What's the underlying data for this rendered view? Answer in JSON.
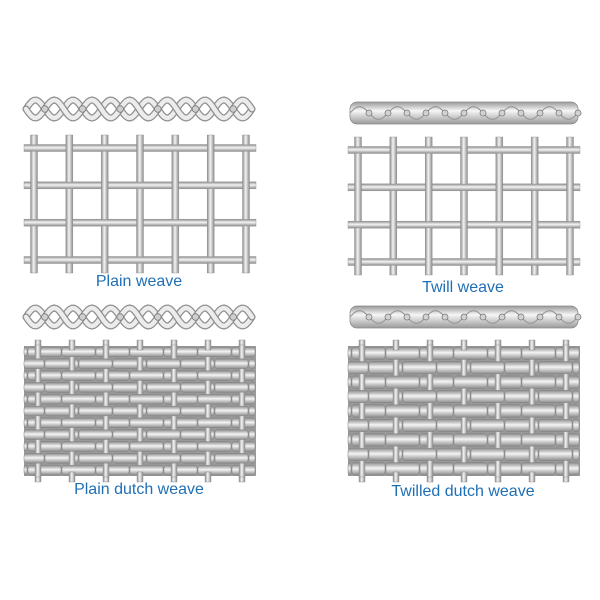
{
  "panels": {
    "plain_weave": {
      "caption": "Plain weave",
      "warp_count": 7,
      "weft_count": 4,
      "profile": "sinusoid"
    },
    "twill_weave": {
      "caption": "Twill weave",
      "warp_count": 7,
      "weft_count": 4,
      "profile": "twill"
    },
    "plain_dutch_weave": {
      "caption": "Plain dutch weave",
      "warp_count": 7,
      "weft_count": 11,
      "profile": "sinusoid"
    },
    "twilled_dutch_weave": {
      "caption": "Twilled dutch weave",
      "warp_count": 7,
      "weft_count": 9,
      "profile": "twill"
    }
  },
  "colors": {
    "wire_light": "#f2f2f2",
    "wire_mid": "#c8c8c8",
    "wire_dark": "#8c8c8c",
    "caption": "#1f6fb5",
    "background": "#ffffff"
  }
}
